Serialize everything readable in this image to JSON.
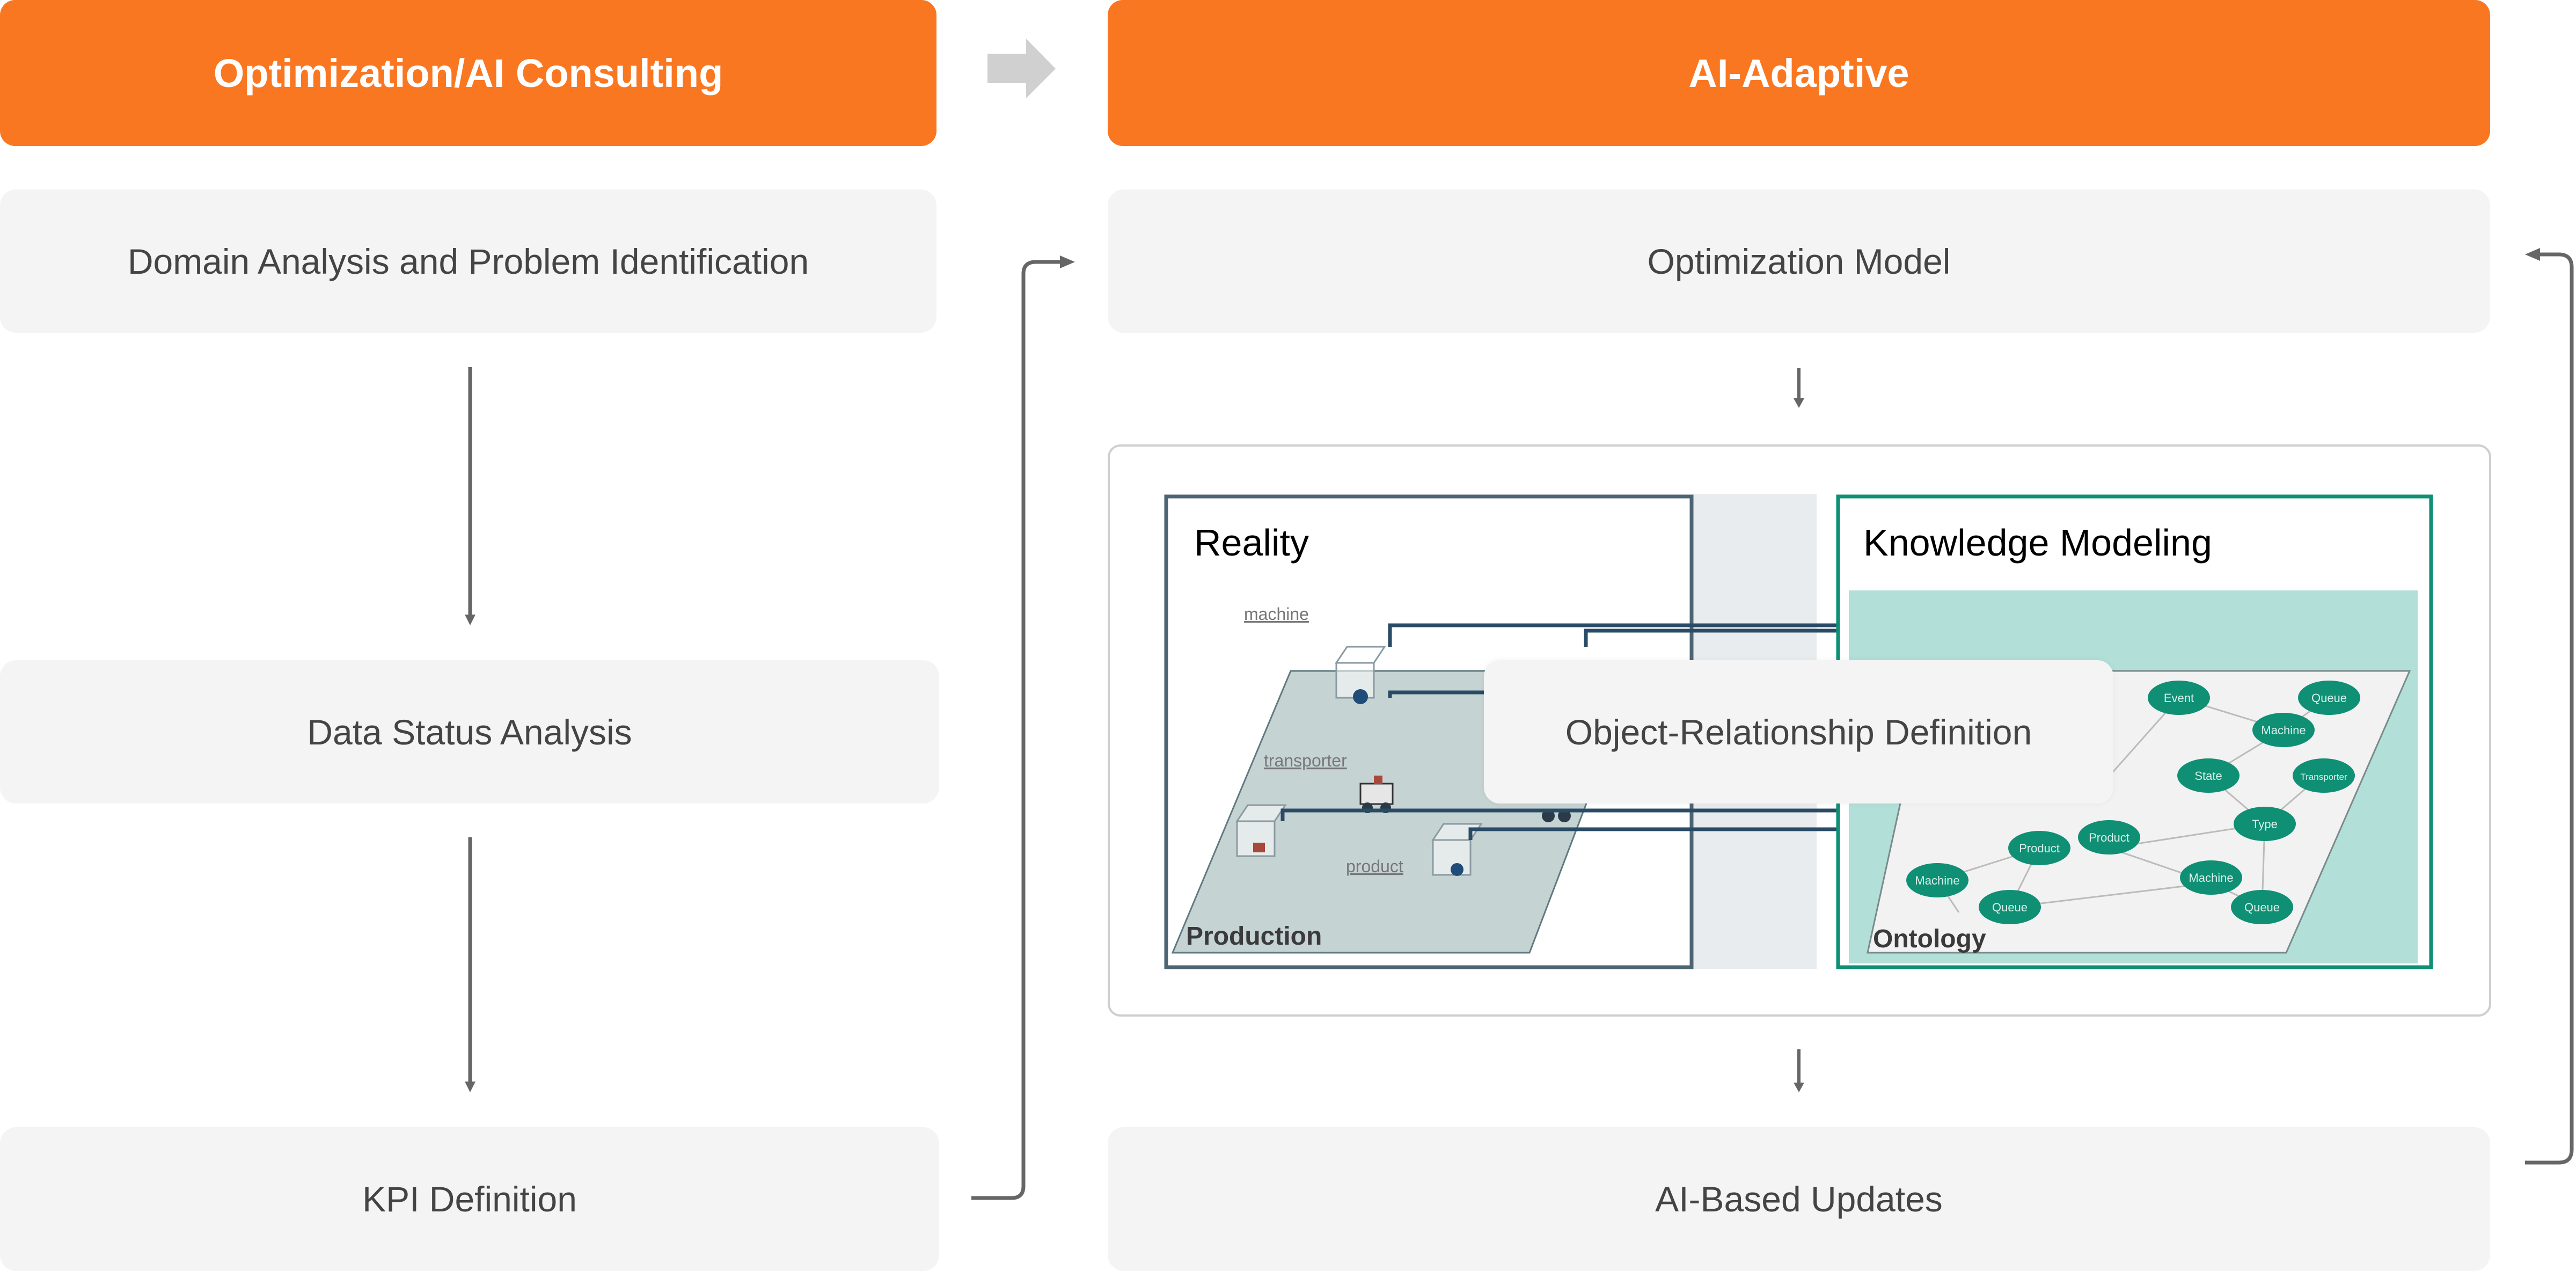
{
  "left_column": {
    "header": "Optimization/AI Consulting",
    "steps": [
      "Domain Analysis and Problem Identification",
      "Data Status Analysis",
      "KPI Definition"
    ]
  },
  "right_column": {
    "header": "AI-Adaptive",
    "steps": [
      "Optimization Model",
      "AI-Based Updates"
    ],
    "diagram": {
      "overlay_label": "Object-Relationship Definition",
      "reality": {
        "title": "Reality",
        "plane_label": "Production",
        "labels": [
          "machine",
          "transporter",
          "product"
        ]
      },
      "knowledge": {
        "title": "Knowledge Modeling",
        "plane_label": "Ontology",
        "nodes": [
          "Event",
          "Queue",
          "Machine",
          "State",
          "Transporter",
          "Type",
          "Product",
          "Product",
          "Machine",
          "Machine",
          "Queue",
          "Queue"
        ]
      }
    }
  },
  "colors": {
    "accent": "#fa7722",
    "step_bg": "#f4f4f4",
    "connector": "#666666",
    "teal": "#0f8f74",
    "navy": "#2a4b66"
  },
  "icons": {
    "flow_arrow": "right-arrow-icon"
  }
}
